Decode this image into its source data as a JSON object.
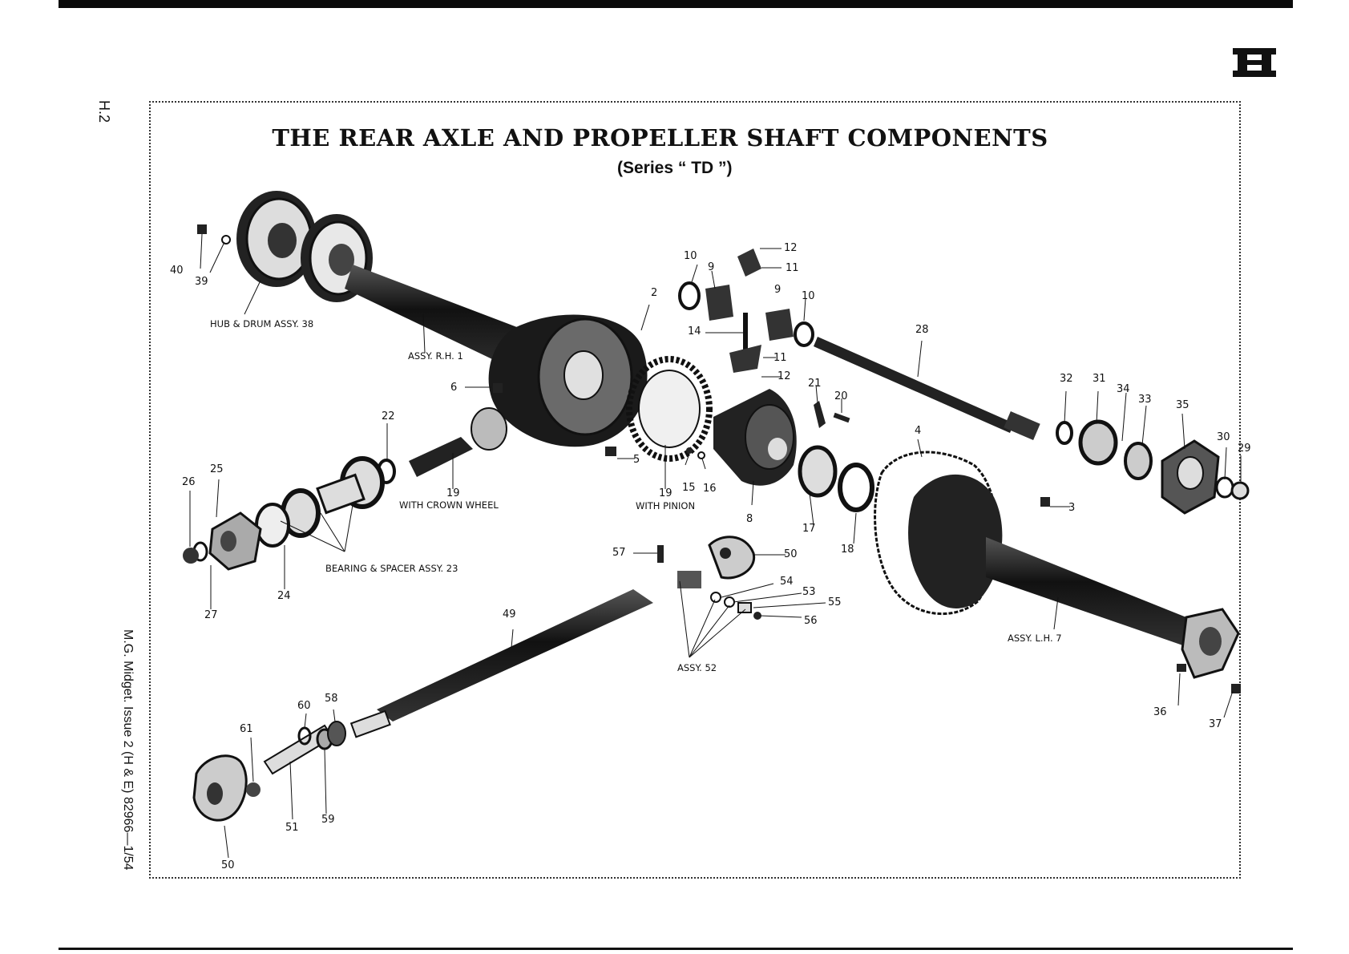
{
  "page_number": "H.2",
  "footer_text": "M.G. Midget.  Issue 2 (H & E) 82966—1/54",
  "title": "THE REAR AXLE AND PROPELLER SHAFT COMPONENTS",
  "subtitle": "(Series “ TD ”)",
  "section_tab": "H",
  "captions": {
    "hub_drum": "HUB & DRUM ASSY. 38",
    "assy_rh": "ASSY. R.H. 1",
    "with_crown_wheel": "WITH CROWN WHEEL",
    "with_pinion": "WITH PINION",
    "bearing_spacer": "BEARING & SPACER ASSY. 23",
    "assy_lh": "ASSY. L.H. 7",
    "assy_52": "ASSY. 52"
  },
  "part_numbers": [
    "40",
    "39",
    "10",
    "9",
    "12",
    "11",
    "9",
    "10",
    "2",
    "14",
    "11",
    "12",
    "28",
    "6",
    "21",
    "20",
    "32",
    "31",
    "34",
    "33",
    "35",
    "22",
    "4",
    "30",
    "29",
    "26",
    "25",
    "19",
    "5",
    "15",
    "16",
    "19",
    "3",
    "8",
    "17",
    "18",
    "27",
    "24",
    "57",
    "50",
    "54",
    "53",
    "55",
    "56",
    "49",
    "36",
    "37",
    "60",
    "58",
    "61",
    "51",
    "59",
    "50"
  ]
}
